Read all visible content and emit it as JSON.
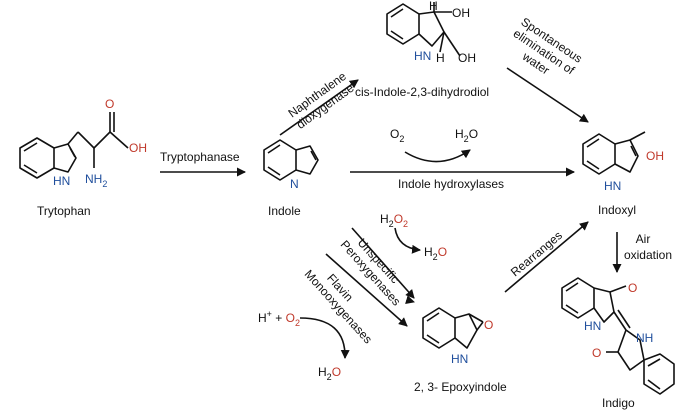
{
  "compounds": {
    "tryptophan": "Trytophan",
    "indole": "Indole",
    "cis_diol": "cis-Indole-2,3-dihydrodiol",
    "indoxyl": "Indoxyl",
    "epoxyindole": "2, 3- Epoxyindole",
    "indigo": "Indigo"
  },
  "enzymes": {
    "tryptophanase": "Tryptophanase",
    "naphthalene_1": "Naphthalene",
    "naphthalene_2": "dioxygenase",
    "indole_hydroxylases": "Indole hydroxylases",
    "spont_1": "Spontaneous",
    "spont_2": "elimination of",
    "spont_3": "water",
    "unspec_1": "Unspecific",
    "unspec_2": "Peroxygenases",
    "flavin_1": "Flavin",
    "flavin_2": "Monooxygenases",
    "rearranges": "Rearranges",
    "air_1": "Air",
    "air_2": "oxidation"
  },
  "cofactors": {
    "o2": "O",
    "o2_sub": "2",
    "h2o_h": "H",
    "h2o_sub": "2",
    "h2o_o": "O",
    "h2o2_h": "H",
    "h2o2_sub1": "2",
    "h2o2_o": "O",
    "h2o2_sub2": "2",
    "hplus": "H",
    "hplus_sup": "+",
    "plus": " + "
  },
  "atoms": {
    "OH": "OH",
    "O": "O",
    "NH": "NH",
    "HN": "HN",
    "H": "H",
    "NH2": "NH",
    "NH2_sub": "2",
    "N": "N"
  },
  "colors": {
    "oxygen": "#c0392b",
    "nitrogen": "#1f4e9c",
    "ink": "#111111"
  }
}
